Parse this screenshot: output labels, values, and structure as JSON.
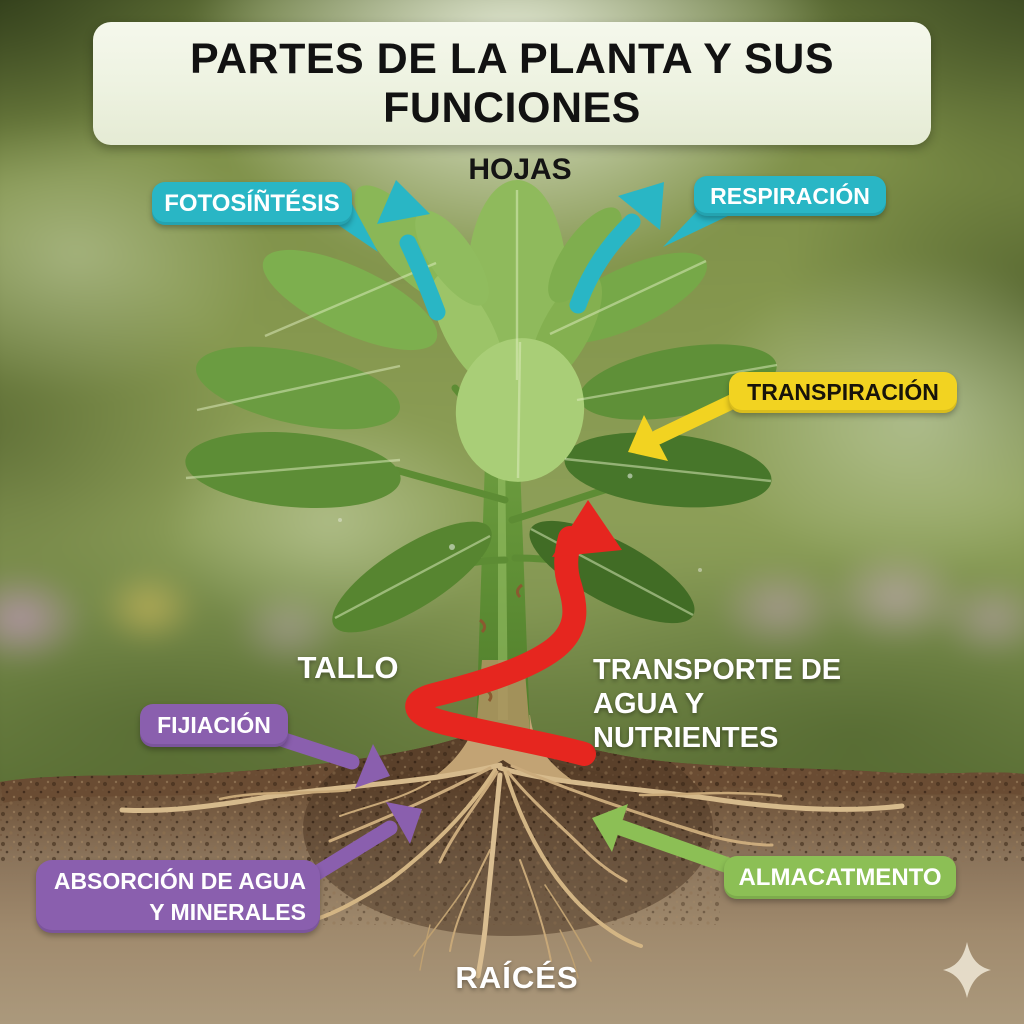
{
  "title": {
    "text": "PARTES DE LA PLANTA Y SUS FUNCIONES"
  },
  "plant_parts": {
    "hojas": "HOJAS",
    "tallo": "TALLO",
    "raices": "RAÍCÉS"
  },
  "functions": {
    "fotosintesis": "FOTOSÍÑTÉSIS",
    "respiracion": "RESPIRACIÓN",
    "transpiracion": "TRANSPIRACIÓN",
    "transporte_line1": "TRANSPORTE DE",
    "transporte_line2": "AGUA Y NUTRIENTES",
    "fijacion": "FIJIACIÓN",
    "absorcion_line1": "ABSORCIÓN DE AGUA",
    "absorcion_line2": "Y MINERALES",
    "almacenamiento": "ALMACATMENTO"
  },
  "colors": {
    "cyan_label": "#29b6c5",
    "yellow_label": "#f2d321",
    "purple_label": "#8a5fae",
    "green_label": "#8cbf55",
    "red_arrow": "#e6261f",
    "title_background": "#eff3e2",
    "title_text": "#121212"
  },
  "icons": {
    "sparkle": "four-point-star"
  }
}
